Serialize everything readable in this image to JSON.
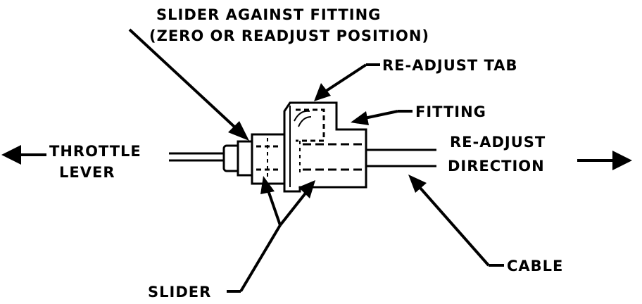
{
  "labels": {
    "slider_against_fitting": "SLIDER AGAINST FITTING",
    "zero_or_readjust_position": "(ZERO OR READJUST POSITION)",
    "readjust_tab": "RE-ADJUST TAB",
    "fitting": "FITTING",
    "throttle": "THROTTLE",
    "lever": "LEVER",
    "readjust": "RE-ADJUST",
    "direction": "DIRECTION",
    "cable": "CABLE",
    "slider": "SLIDER"
  },
  "colors": {
    "ink": "#000000",
    "background": "#ffffff"
  }
}
